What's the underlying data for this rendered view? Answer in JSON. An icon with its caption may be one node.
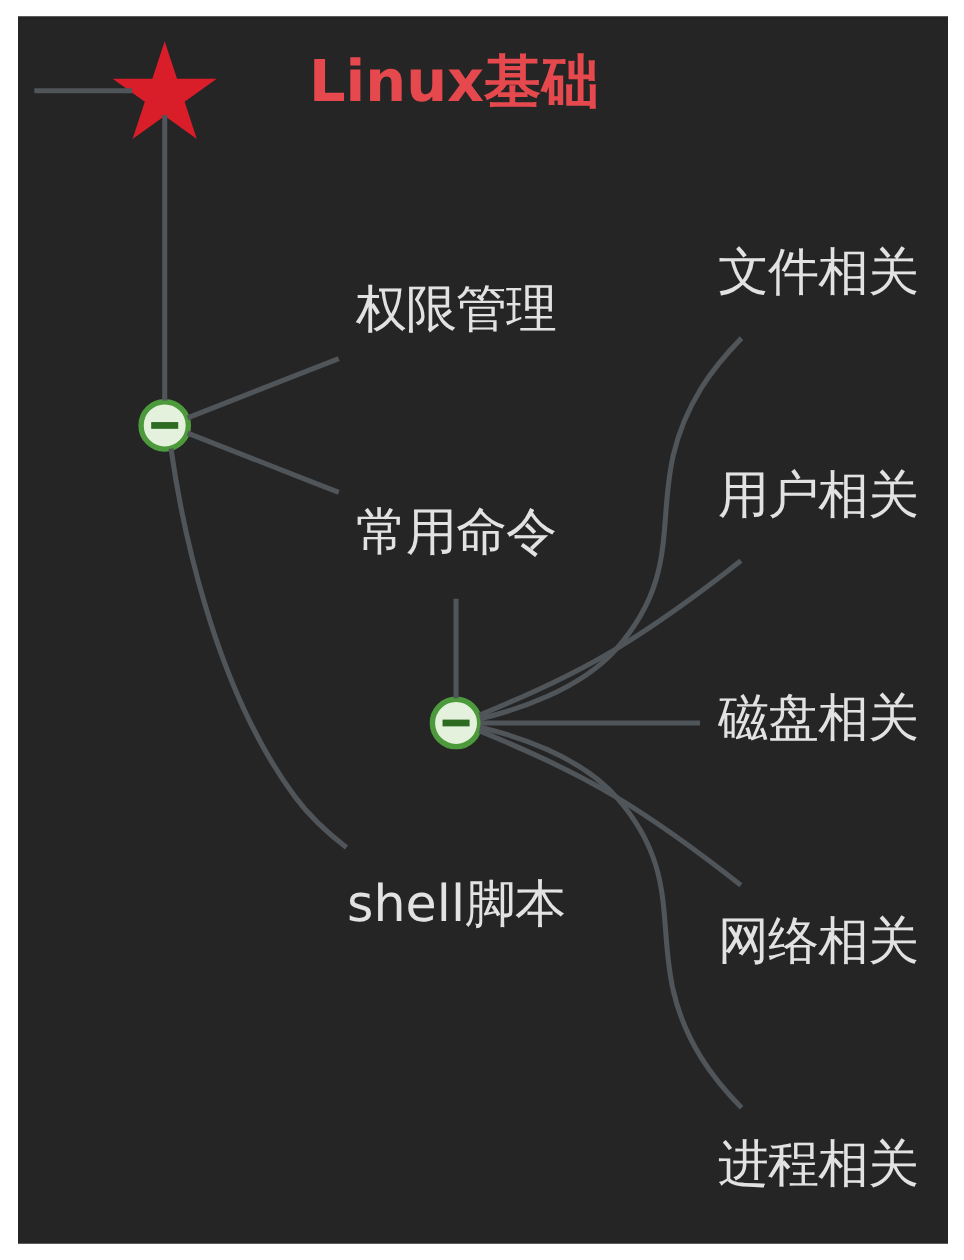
{
  "diagram": {
    "nodes": [
      {
        "text": [],
        "shape": "star",
        "beside": [
          "Linux基础"
        ]
      },
      {
        "text": [],
        "shape": "circle"
      },
      {
        "text": [
          "权限管理"
        ]
      },
      {
        "text": [
          "常用命令"
        ]
      },
      {
        "text": [],
        "shape": "circle"
      },
      {
        "text": [
          "文件相关"
        ]
      },
      {
        "text": [
          "用户相关"
        ]
      },
      {
        "text": [
          "磁盘相关"
        ]
      },
      {
        "text": [
          "网络相关"
        ]
      },
      {
        "text": [
          "进程相关"
        ]
      },
      {
        "text": [
          "shell脚本"
        ]
      }
    ],
    "edges": [
      {
        "from": null,
        "to": 0,
        "arrow": "none"
      },
      {
        "from": 0,
        "to": 1,
        "arrow": "none"
      },
      {
        "from": 1,
        "to": 2,
        "arrow": "none"
      },
      {
        "from": 1,
        "to": 3,
        "arrow": "none"
      },
      {
        "from": 3,
        "to": 4,
        "arrow": "none"
      },
      {
        "from": 4,
        "to": 5,
        "arrow": "none"
      },
      {
        "from": 4,
        "to": 6,
        "arrow": "none"
      },
      {
        "from": 4,
        "to": 7,
        "arrow": "none"
      },
      {
        "from": 4,
        "to": 8,
        "arrow": "none"
      },
      {
        "from": 4,
        "to": 9,
        "arrow": "none"
      },
      {
        "from": 1,
        "to": 10,
        "arrow": "none"
      }
    ]
  }
}
